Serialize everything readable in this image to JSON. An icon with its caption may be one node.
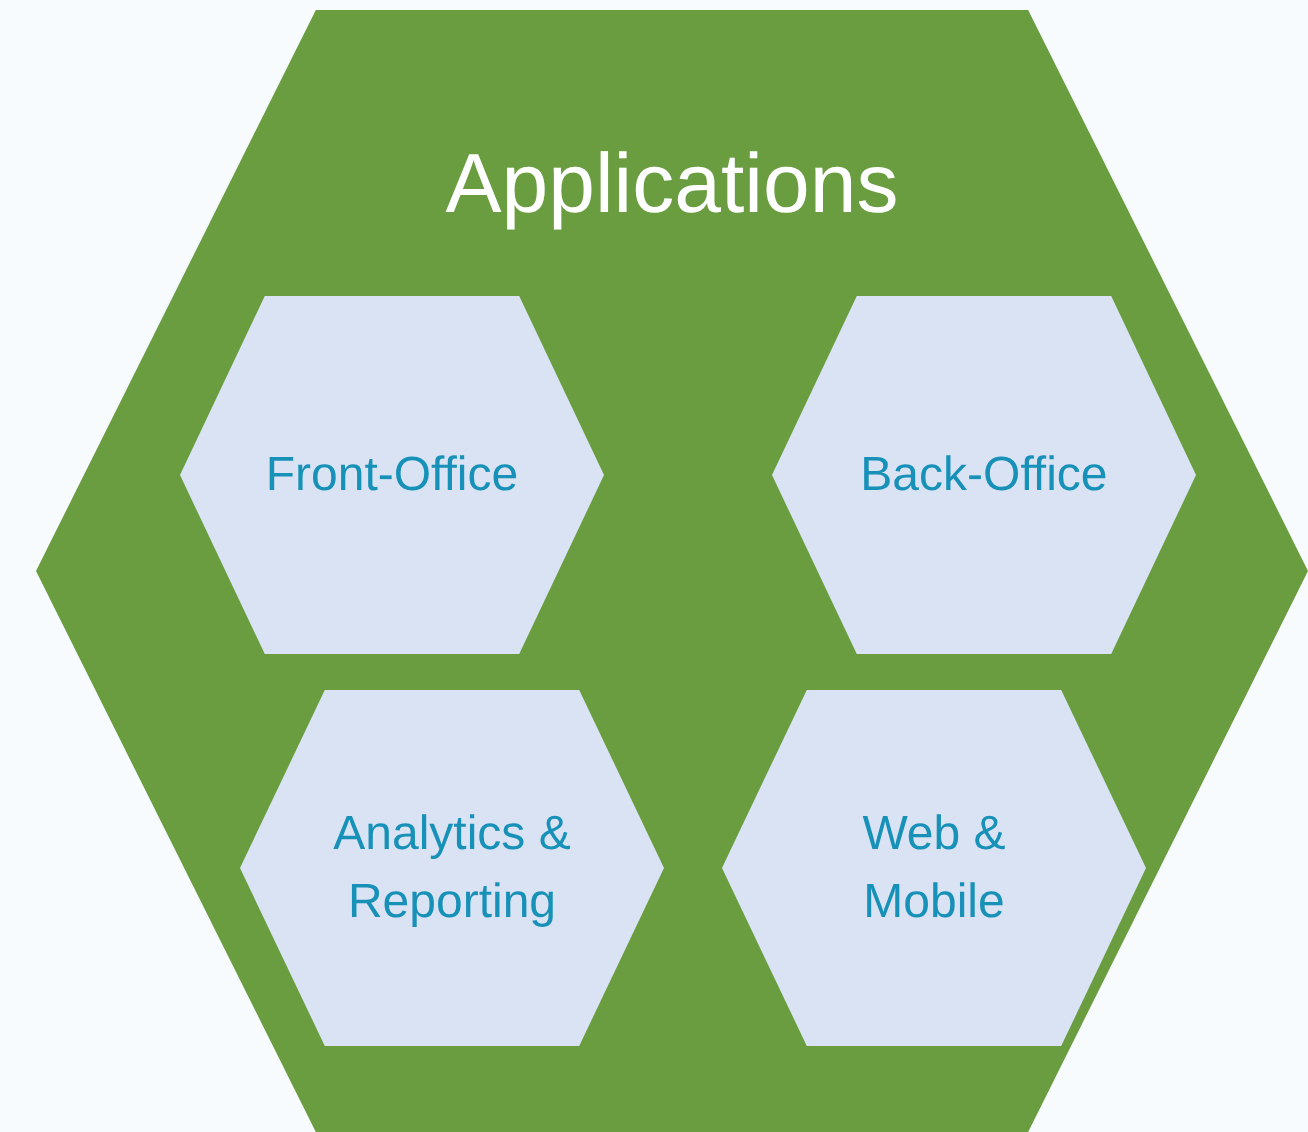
{
  "diagram": {
    "nodes": [
      {
        "text": [
          "Applications"
        ]
      },
      {
        "text": [
          "Front-Office"
        ],
        "in": 0
      },
      {
        "text": [
          "Back-Office"
        ],
        "in": 0
      },
      {
        "text": [
          "Analytics & Reporting"
        ],
        "in": 0
      },
      {
        "text": [
          "Web & Mobile"
        ],
        "in": 0
      }
    ]
  }
}
